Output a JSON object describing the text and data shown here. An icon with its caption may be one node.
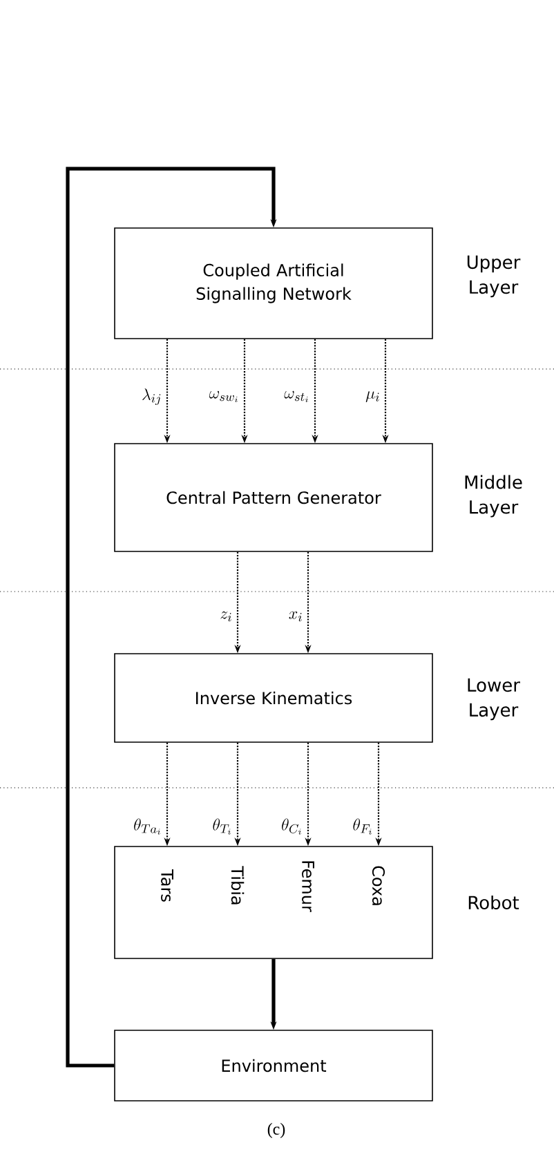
{
  "diagram": {
    "caption": "(c)",
    "nodes": [
      {
        "text": [
          "Coupled Artificial Signalling Network"
        ],
        "beside": [
          "Upper Layer"
        ]
      },
      {
        "text": [
          "Central Pattern Generator"
        ],
        "beside": [
          "Middle Layer"
        ]
      },
      {
        "text": [
          "Inverse Kinematics"
        ],
        "beside": [
          "Lower Layer"
        ]
      },
      {
        "text": [
          "Tars",
          "Tibia",
          "Femur",
          "Coxa"
        ],
        "beside": [
          "Robot"
        ]
      },
      {
        "text": [
          "Environment"
        ]
      }
    ],
    "edges": [
      {
        "from": 0,
        "to": 1,
        "arrow": "to",
        "label": "\\lambda_{ij}",
        "style": "dashed"
      },
      {
        "from": 0,
        "to": 1,
        "arrow": "to",
        "label": "\\omega_{sw_i}",
        "style": "dashed"
      },
      {
        "from": 0,
        "to": 1,
        "arrow": "to",
        "label": "\\omega_{st_i}",
        "style": "dashed"
      },
      {
        "from": 0,
        "to": 1,
        "arrow": "to",
        "label": "\\mu_i",
        "style": "dashed"
      },
      {
        "from": 1,
        "to": 2,
        "arrow": "to",
        "label": "z_i",
        "style": "dashed"
      },
      {
        "from": 1,
        "to": 2,
        "arrow": "to",
        "label": "x_i",
        "style": "dashed"
      },
      {
        "from": 2,
        "to": 3,
        "arrow": "to",
        "label": "\\theta_{Ta_i}",
        "style": "dashed"
      },
      {
        "from": 2,
        "to": 3,
        "arrow": "to",
        "label": "\\theta_{T_i}",
        "style": "dashed"
      },
      {
        "from": 2,
        "to": 3,
        "arrow": "to",
        "label": "\\theta_{C_i}",
        "style": "dashed"
      },
      {
        "from": 2,
        "to": 3,
        "arrow": "to",
        "label": "\\theta_{F_i}",
        "style": "dashed"
      },
      {
        "from": 3,
        "to": 4,
        "arrow": "to",
        "style": "thick"
      },
      {
        "from": 4,
        "to": 0,
        "arrow": "to",
        "style": "thick"
      }
    ]
  }
}
